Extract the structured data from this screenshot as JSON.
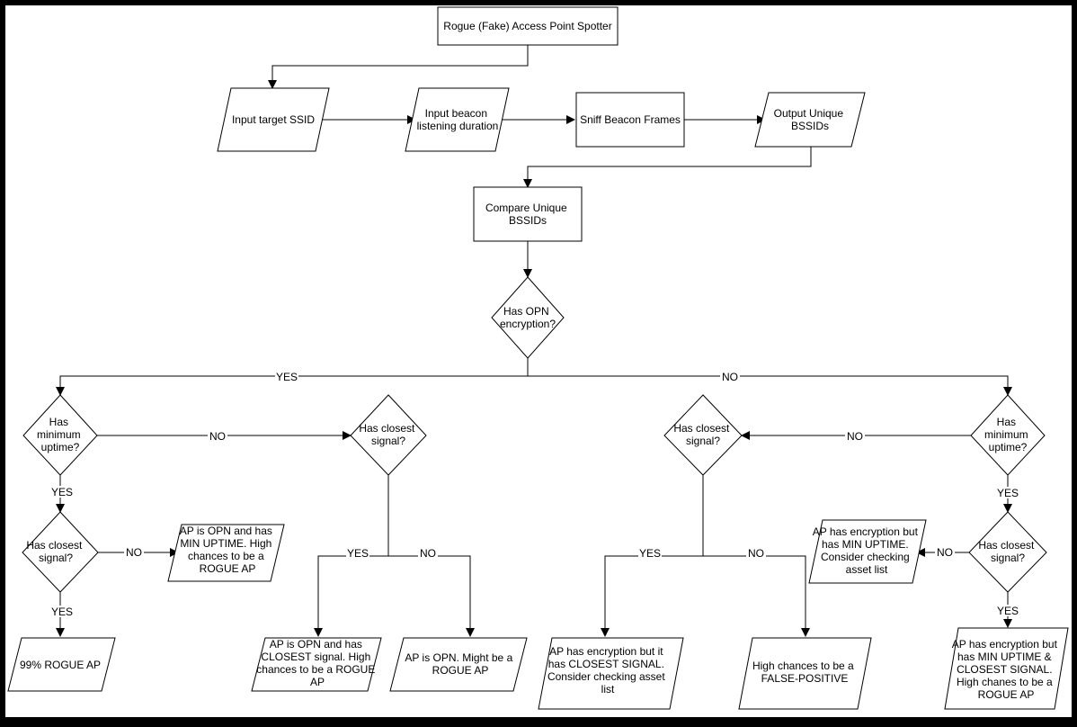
{
  "diagram": {
    "title": "Rogue (Fake) Access Point Spotter",
    "nodes": {
      "input_ssid": [
        "Input target SSID"
      ],
      "input_duration": [
        "Input beacon",
        "listening duration"
      ],
      "sniff": [
        "Sniff Beacon Frames"
      ],
      "output_bssids": [
        "Output Unique",
        "BSSIDs"
      ],
      "compare": [
        "Compare Unique",
        "BSSIDs"
      ],
      "has_opn": [
        "Has OPN",
        "encryption?"
      ],
      "yes_uptime": [
        "Has",
        "minimum",
        "uptime?"
      ],
      "yes_closest_top": [
        "Has closest",
        "signal?"
      ],
      "yes_closest_left": [
        "Has closest",
        "signal?"
      ],
      "opn_min_uptime": [
        "AP is OPN and has",
        "MIN UPTIME. High",
        "chances to be a",
        "ROGUE AP"
      ],
      "rogue_99": [
        "99% ROGUE AP"
      ],
      "opn_closest": [
        "AP is OPN and has",
        "CLOSEST signal. High",
        "chances to be a ROGUE",
        "AP"
      ],
      "opn_maybe": [
        "AP is OPN. Might be a",
        "ROGUE AP"
      ],
      "no_closest_top": [
        "Has closest",
        "signal?"
      ],
      "no_uptime": [
        "Has",
        "minimum",
        "uptime?"
      ],
      "no_closest_right": [
        "Has closest",
        "signal?"
      ],
      "enc_min_uptime": [
        "AP has encryption but",
        "has MIN UPTIME.",
        "Consider checking",
        "asset list"
      ],
      "enc_closest": [
        "AP has encryption but it",
        "has CLOSEST SIGNAL.",
        "Consider checking asset",
        "list"
      ],
      "false_positive": [
        "High chances to be a",
        "FALSE-POSITIVE"
      ],
      "enc_both": [
        "AP has encryption but",
        "has MIN UPTIME &",
        "CLOSEST SIGNAL.",
        "High chanes to be a",
        "ROGUE AP"
      ]
    },
    "edge_labels": {
      "yes_main": "YES",
      "no_main": "NO",
      "yes_uptime_no": "NO",
      "yes_uptime_yes": "YES",
      "yes_left_no": "NO",
      "yes_left_yes": "YES",
      "yes_top_yes": "YES",
      "yes_top_no": "NO",
      "no_uptime_no": "NO",
      "no_uptime_yes": "YES",
      "no_top_yes": "YES",
      "no_top_no": "NO",
      "no_right_no": "NO",
      "no_right_yes": "YES"
    }
  }
}
